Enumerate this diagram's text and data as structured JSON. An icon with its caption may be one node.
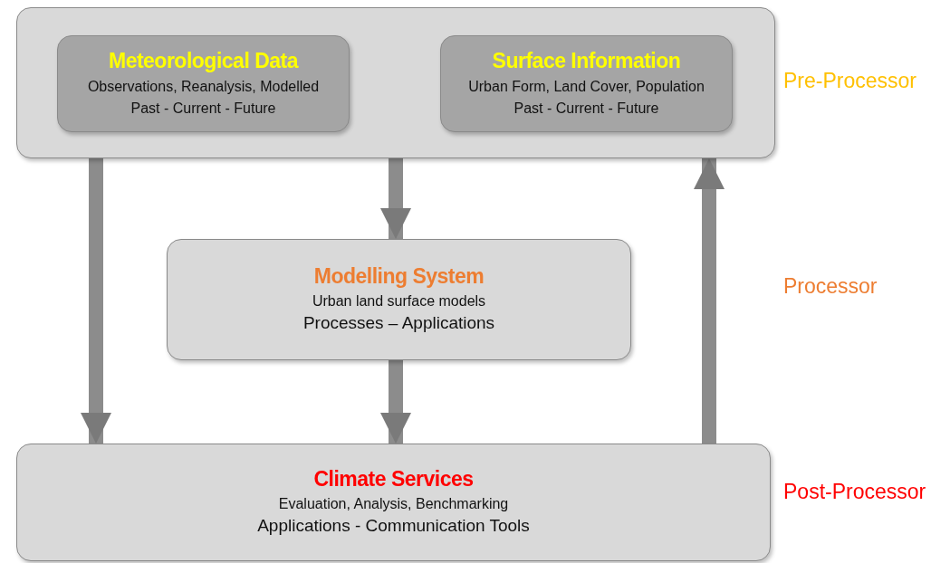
{
  "diagram": {
    "nodes": [
      {
        "text": [],
        "shape": "box",
        "beside": [
          "Pre-Processor"
        ]
      },
      {
        "text": [
          "Meteorological Data",
          "Observations, Reanalysis, Modelled",
          "Past - Current - Future"
        ],
        "in": 0
      },
      {
        "text": [
          "Surface Information",
          "Urban Form, Land Cover, Population",
          "Past - Current - Future"
        ],
        "in": 0
      },
      {
        "text": [
          "Modelling System",
          "Urban land surface models",
          "Processes – Applications"
        ]
      },
      {
        "text": [
          "Climate Services",
          "Evaluation, Analysis, Benchmarking",
          "Applications - Communication Tools"
        ],
        "beside": [
          "Post-Processor"
        ]
      }
    ],
    "edges": [
      {
        "from": 0,
        "to": 4,
        "arrow": "to"
      },
      {
        "from": 0,
        "to": 3,
        "arrow": "to"
      },
      {
        "from": 3,
        "to": 4,
        "arrow": "to"
      },
      {
        "from": 4,
        "to": 0,
        "arrow": "to"
      }
    ],
    "labels": [
      "Processor"
    ]
  }
}
